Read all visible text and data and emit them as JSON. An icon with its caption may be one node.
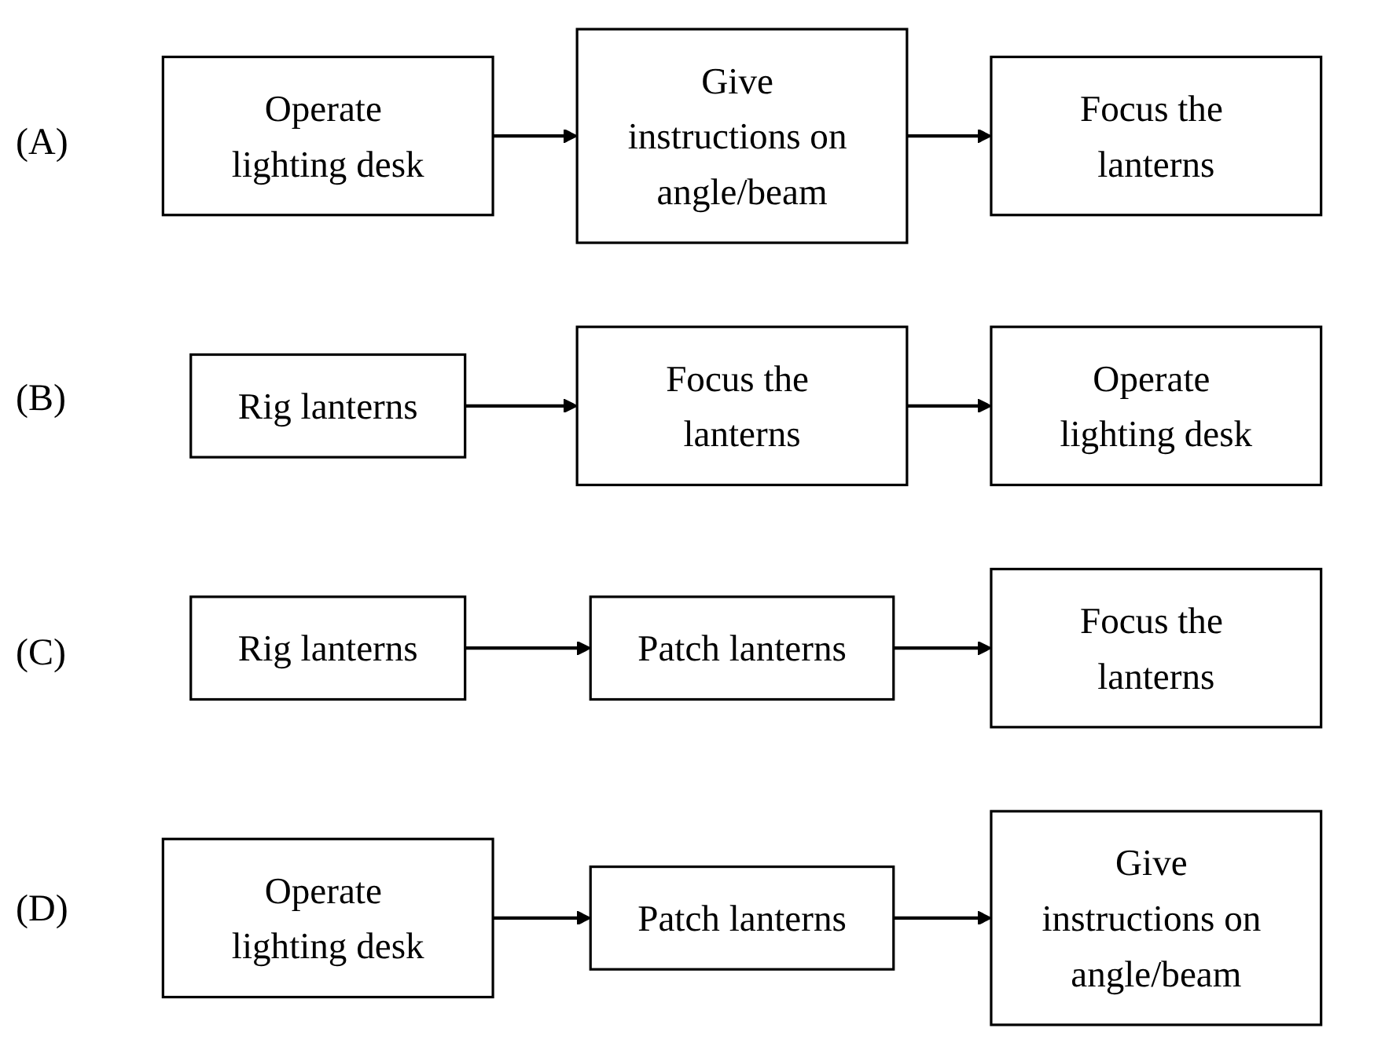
{
  "diagram": {
    "nodes": [
      {
        "text": [
          "Operate lighting desk"
        ]
      },
      {
        "text": [
          "Give instructions on angle/beam"
        ]
      },
      {
        "text": [
          "Focus the lanterns"
        ]
      },
      {
        "text": [
          "Rig lanterns"
        ]
      },
      {
        "text": [
          "Focus the lanterns"
        ]
      },
      {
        "text": [
          "Operate lighting desk"
        ]
      },
      {
        "text": [
          "Rig lanterns"
        ]
      },
      {
        "text": [
          "Patch lanterns"
        ]
      },
      {
        "text": [
          "Focus the lanterns"
        ]
      },
      {
        "text": [
          "Operate lighting desk"
        ]
      },
      {
        "text": [
          "Patch lanterns"
        ]
      },
      {
        "text": [
          "Give instructions on angle/beam"
        ]
      }
    ],
    "edges": [
      {
        "from": 0,
        "to": 1,
        "arrow": "to"
      },
      {
        "from": 1,
        "to": 2,
        "arrow": "to"
      },
      {
        "from": 3,
        "to": 4,
        "arrow": "to"
      },
      {
        "from": 4,
        "to": 5,
        "arrow": "to"
      },
      {
        "from": 6,
        "to": 7,
        "arrow": "to"
      },
      {
        "from": 7,
        "to": 8,
        "arrow": "to"
      },
      {
        "from": 9,
        "to": 10,
        "arrow": "to"
      },
      {
        "from": 10,
        "to": 11,
        "arrow": "to"
      }
    ],
    "labels": [
      "(A)",
      "(B)",
      "(C)",
      "(D)"
    ]
  }
}
